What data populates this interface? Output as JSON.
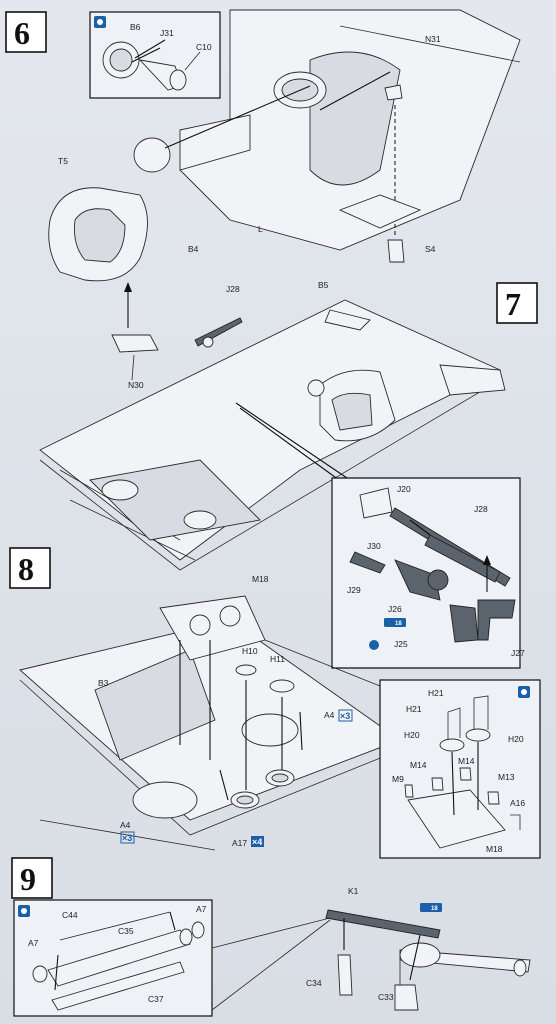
{
  "steps": [
    {
      "number": "6"
    },
    {
      "number": "7"
    },
    {
      "number": "8"
    },
    {
      "number": "9"
    }
  ],
  "step6": {
    "labels": [
      "B6",
      "J31",
      "C10",
      "N31",
      "T5",
      "L",
      "B4",
      "B5",
      "S4",
      "N30"
    ]
  },
  "step7": {
    "labels": [
      "J28",
      "J20",
      "J30",
      "J29",
      "J26",
      "J25",
      "J27",
      "J28"
    ],
    "ref_badge": "18"
  },
  "step8": {
    "labels": [
      "M18",
      "H10",
      "H11",
      "B3",
      "A4",
      "A4",
      "A17",
      "H21",
      "H21",
      "H20",
      "H20",
      "M9",
      "M14",
      "M14",
      "M13",
      "A16",
      "M18"
    ],
    "mult_a4": "×3",
    "mult_a4b": "×3",
    "mult_a17": "×4"
  },
  "step9": {
    "labels": [
      "A7",
      "C44",
      "C35",
      "A7",
      "C37",
      "K1",
      "C34",
      "C33"
    ],
    "ref_badge": "18"
  },
  "colors": {
    "badge": "#1b5fa8",
    "line": "#2a2a2a"
  }
}
